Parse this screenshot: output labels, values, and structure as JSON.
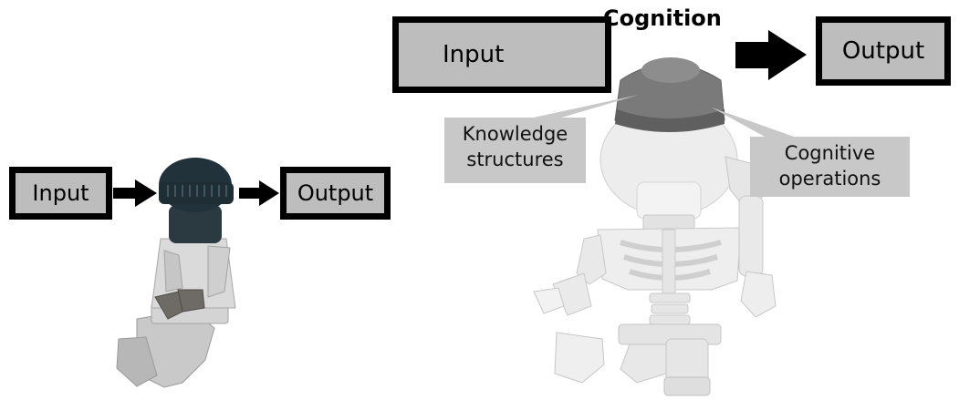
{
  "simple_model": {
    "input_label": "Input",
    "output_label": "Output"
  },
  "cognitive_model": {
    "input_label": "Input",
    "cognition_label": "Cognition",
    "output_label": "Output",
    "knowledge_callout": [
      "Knowledge",
      "structures"
    ],
    "operations_callout": [
      "Cognitive",
      "operations"
    ]
  },
  "colors": {
    "box_fill": "#bdbdbd",
    "box_border": "#000000",
    "callout_fill": "#c8c8c8",
    "dark_helmet": "#22323a",
    "cap": "#7a7a7a",
    "figure_body": "#e6e6e6"
  }
}
